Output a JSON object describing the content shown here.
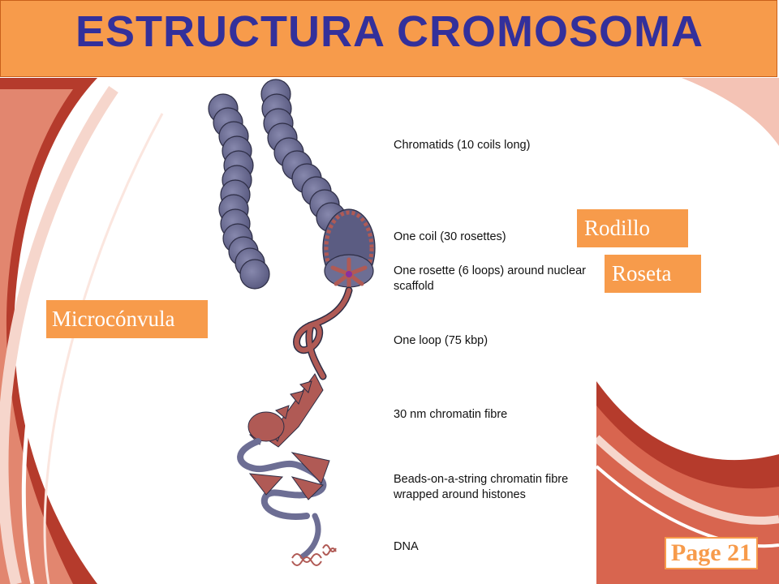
{
  "slide": {
    "title": "ESTRUCTURA CROMOSOMA",
    "page_label": "Page 21"
  },
  "diagram_labels": [
    "Chromatids (10 coils long)",
    "One coil (30 rosettes)",
    "One rosette (6 loops) around nuclear scaffold",
    "One loop (75 kbp)",
    "30 nm chromatin fibre",
    "Beads-on-a-string chromatin fibre wrapped around histones",
    "DNA"
  ],
  "callouts": {
    "rodillo": "Rodillo",
    "roseta": "Roseta",
    "microconvula": "Microcónvula"
  },
  "colors": {
    "accent_orange": "#f79b4b",
    "title_blue": "#33309b",
    "chromatid_blue": "#6d6e94",
    "fibre_red": "#b05a55"
  }
}
